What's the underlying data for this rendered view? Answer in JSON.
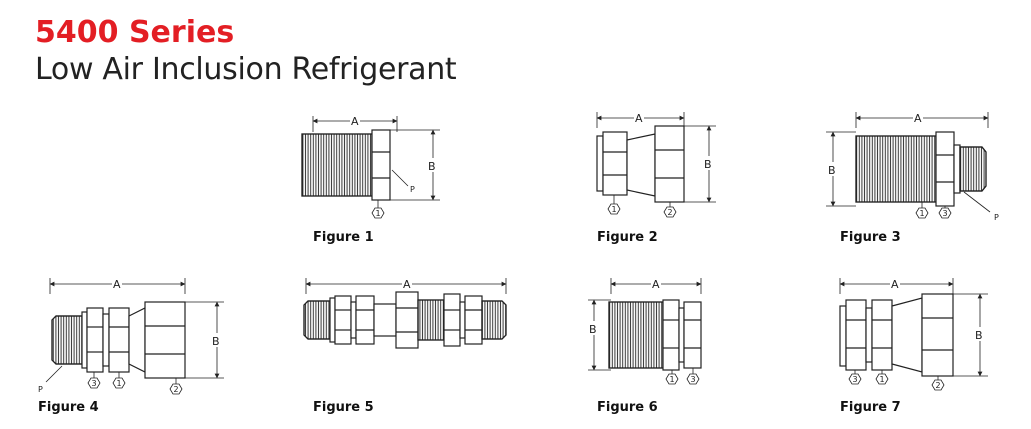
{
  "header": {
    "series": "5400 Series",
    "subtitle": "Low Air Inclusion Refrigerant"
  },
  "figures": [
    {
      "label": "Figure 1"
    },
    {
      "label": "Figure 2"
    },
    {
      "label": "Figure 3"
    },
    {
      "label": "Figure 4"
    },
    {
      "label": "Figure 5"
    },
    {
      "label": "Figure 6"
    },
    {
      "label": "Figure 7"
    }
  ],
  "dims": {
    "a": "A",
    "b": "B",
    "p": "P"
  },
  "callouts": {
    "one": "1",
    "two": "2",
    "three": "3"
  },
  "colors": {
    "accent": "#e31e24",
    "ink": "#222222"
  }
}
